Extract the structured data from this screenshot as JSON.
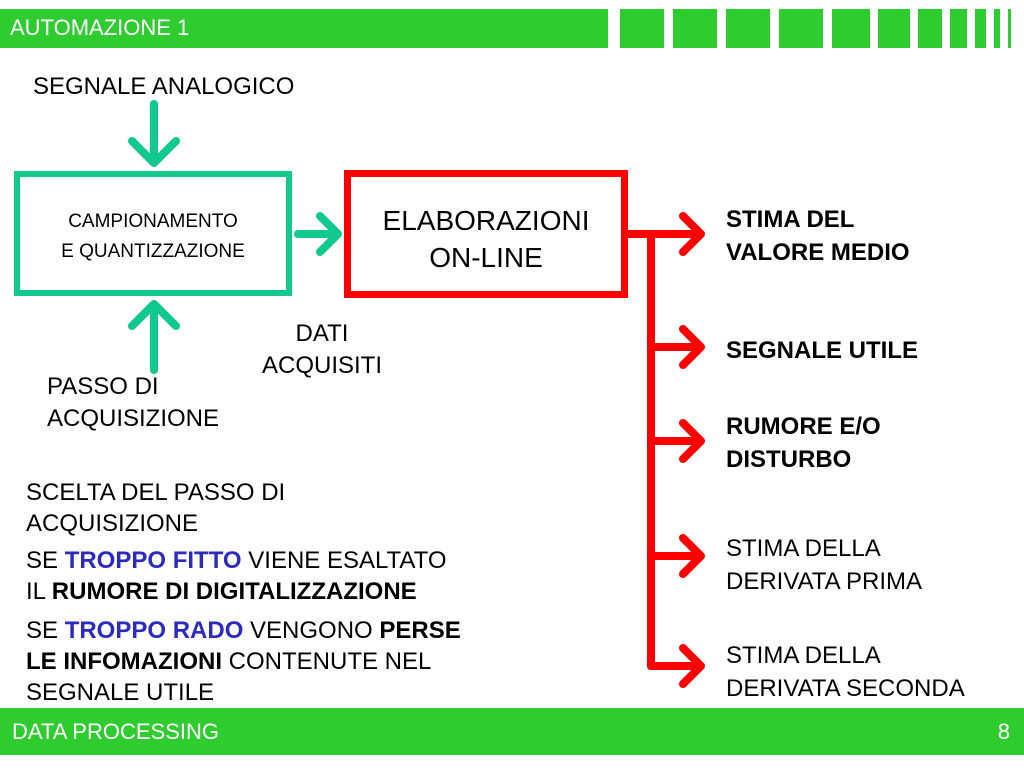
{
  "colors": {
    "green": "#2fcc2f",
    "teal": "#12c98d",
    "red": "#ff0000",
    "blue": "#2b2bbf"
  },
  "header": {
    "title": "AUTOMAZIONE 1"
  },
  "footer": {
    "title": "DATA PROCESSING",
    "page_number": "8"
  },
  "diagram": {
    "input_label": "SEGNALE ANALOGICO",
    "sampling_box": {
      "line1": "CAMPIONAMENTO",
      "line2": "E QUANTIZZAZIONE"
    },
    "processing_box": {
      "line1": "ELABORAZIONI",
      "line2": "ON-LINE"
    },
    "step_label": {
      "line1": "PASSO DI",
      "line2": "ACQUISIZIONE"
    },
    "acquired_label": {
      "line1": "DATI",
      "line2": "ACQUISITI"
    },
    "outputs": [
      {
        "line1": "STIMA DEL",
        "line2": "VALORE MEDIO"
      },
      {
        "line1": "SEGNALE UTILE",
        "line2": ""
      },
      {
        "line1": "RUMORE E/O",
        "line2": "DISTURBO"
      },
      {
        "line1": "STIMA DELLA",
        "line2": "DERIVATA PRIMA"
      },
      {
        "line1": "STIMA DELLA",
        "line2": "DERIVATA SECONDA"
      }
    ]
  },
  "notes": {
    "p1": {
      "line1": "SCELTA DEL PASSO DI",
      "line2": "ACQUISIZIONE"
    },
    "p2": {
      "a": "SE ",
      "b": "TROPPO FITTO",
      "c": " VIENE ESALTATO",
      "d": "IL ",
      "e": "RUMORE DI DIGITALIZZAZIONE"
    },
    "p3": {
      "a": "SE ",
      "b": "TROPPO RADO",
      "c": " VENGONO ",
      "d": "PERSE",
      "e": "LE INFOMAZIONI",
      "f": " CONTENUTE NEL",
      "g": "SEGNALE UTILE"
    }
  }
}
